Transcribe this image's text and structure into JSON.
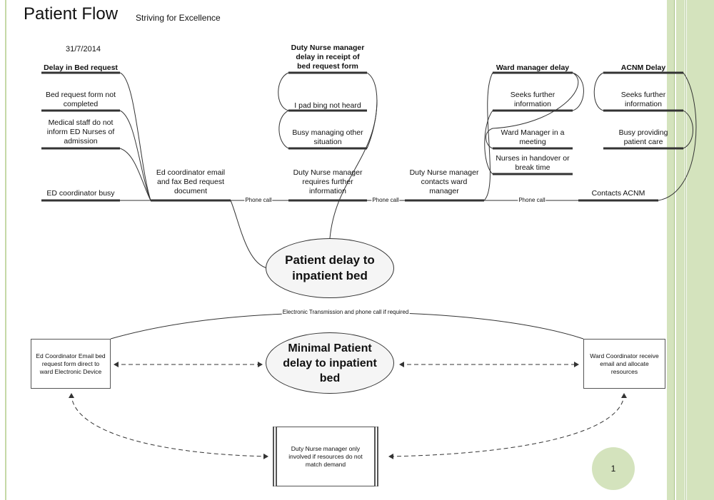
{
  "header": {
    "title": "Patient Flow",
    "subtitle": "Striving for Excellence",
    "date": "31/7/2014"
  },
  "bone_labels": {
    "delay_in_bed_request": "Delay in Bed request",
    "bed_request_form_not_completed": "Bed request form not\ncompleted",
    "medical_staff_do_not_inform": "Medical staff do not\ninform ED Nurses of\nadmission",
    "ed_coordinator_busy": "ED coordinator busy",
    "ed_coordinator_email": "Ed coordinator email\nand fax Bed request\ndocument",
    "duty_nurse_manager_delay": "Duty Nurse manager\ndelay in receipt of\nbed request form",
    "i_pad_bing_not_heard": "I pad bing not heard",
    "busy_managing_other_situation": "Busy managing other\nsituation",
    "duty_nurse_requires_further_info": "Duty Nurse manager\nrequires further\ninformation",
    "duty_nurse_contacts_ward_manager": "Duty Nurse manager\ncontacts ward\nmanager",
    "ward_manager_delay": "Ward manager delay",
    "seeks_further_information_1": "Seeks further\ninformation",
    "ward_manager_in_meeting": "Ward Manager in a\nmeeting",
    "nurses_in_handover": "Nurses in handover or\nbreak time",
    "acnm_delay": "ACNM Delay",
    "seeks_further_information_2": "Seeks further\ninformation",
    "busy_providing_patient_care": "Busy providing\npatient care",
    "contacts_acnm": "Contacts ACNM"
  },
  "connector_labels": {
    "phone_call_1": "Phone call",
    "phone_call_2": "Phone call",
    "phone_call_3": "Phone call",
    "electronic_transmission": "Electronic Transmission and phone call if required"
  },
  "outcomes": {
    "patient_delay": "Patient delay to\ninpatient bed",
    "minimal_patient_delay": "Minimal Patient\ndelay to inpatient\nbed"
  },
  "boxes": {
    "ed_coordinator_email_box": "Ed Coordinator Email bed\nrequest form direct to\nward Electronic Device",
    "ward_coordinator_box": "Ward Coordinator receive\nemail and allocate\nresources",
    "duty_nurse_manager_box": "Duty Nurse manager only\ninvolved if resources do not\nmatch demand"
  },
  "page_number": "1",
  "colors": {
    "accent_band": "#d4e3bd",
    "line": "#333333"
  }
}
